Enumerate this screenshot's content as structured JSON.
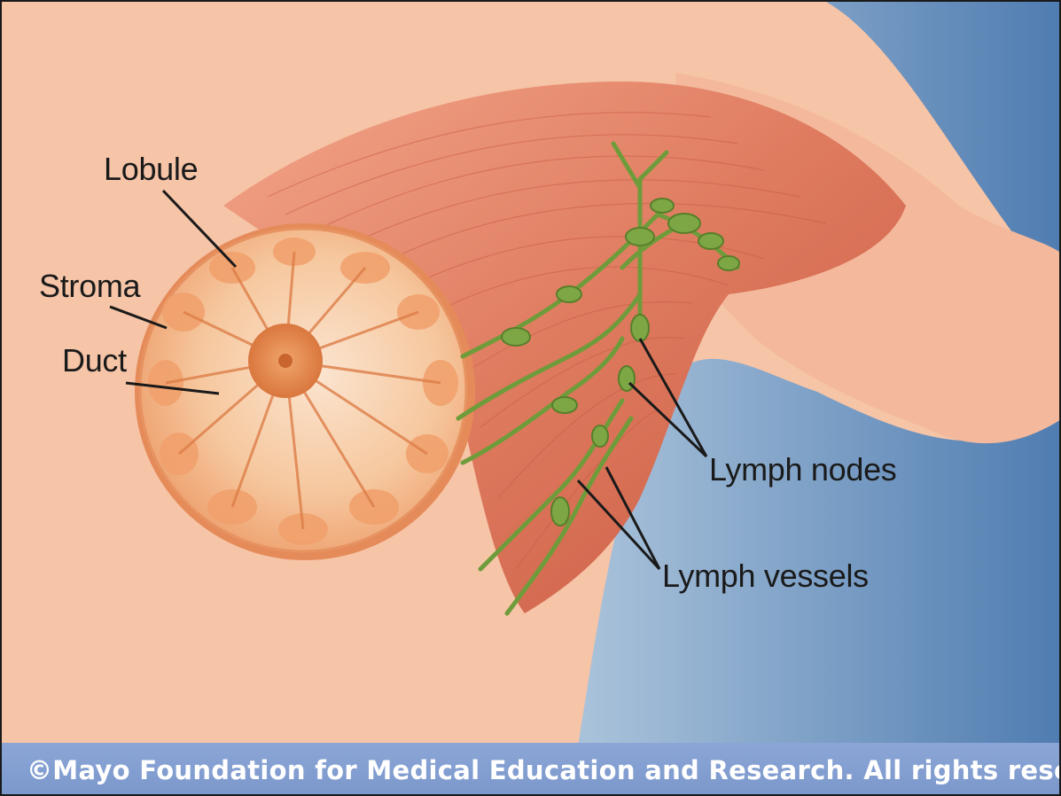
{
  "labels": {
    "lobule": "Lobule",
    "stroma": "Stroma",
    "duct": "Duct",
    "lymph_nodes": "Lymph nodes",
    "lymph_vessels": "Lymph vessels"
  },
  "footer": {
    "copyright": "©Mayo Foundation for Medical Education and Research.  All rights reserved."
  },
  "colors": {
    "skin": "#f6c3a6",
    "muscle": "#d66a50",
    "breast_tissue": "#f0a06a",
    "lymph": "#6f9c3a",
    "background_blue": "#5c86b8",
    "footer_band": "#8ba6d6"
  }
}
